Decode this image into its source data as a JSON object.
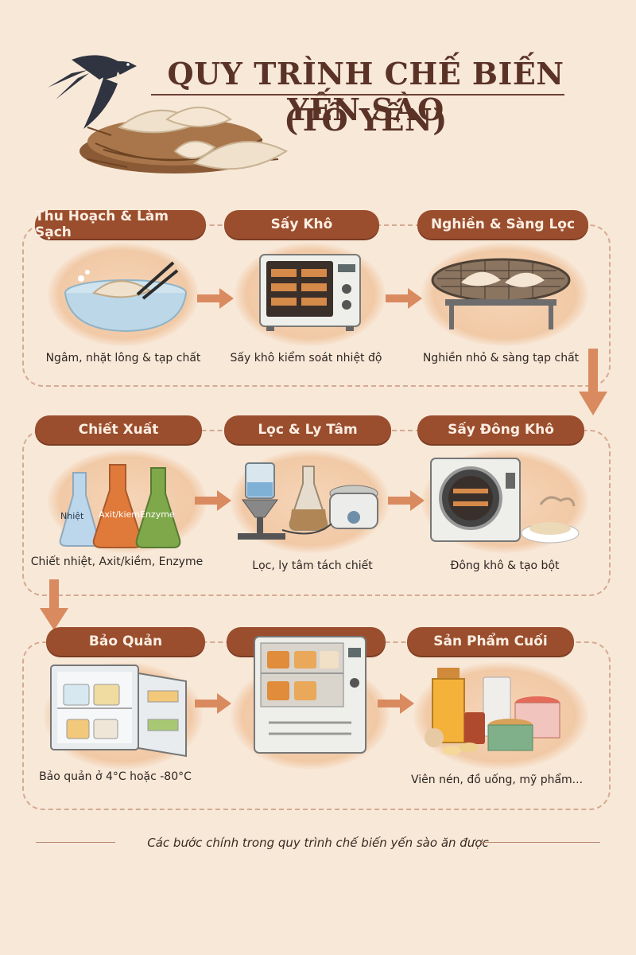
{
  "title": {
    "line1": "QUY TRÌNH CHẾ BIẾN YẾN SÀO",
    "line2": "(TỐ YẾN)"
  },
  "steps": [
    {
      "label": "Thu Hoạch & Làm Sạch",
      "caption": "Ngâm, nhặt lông & tạp chất",
      "icon": "soaking-bowl-icon"
    },
    {
      "label": "Sấy Khô",
      "caption": "Sấy khô kiểm soát nhiệt độ",
      "icon": "drying-oven-icon"
    },
    {
      "label": "Nghiền & Sàng Lọc",
      "caption": "Nghiền nhỏ & sàng tạp chất",
      "icon": "sieve-rack-icon"
    },
    {
      "label": "Chiết Xuất",
      "caption": "Chiết nhiệt, Axit/kiềm, Enzyme",
      "icon": "flasks-icon",
      "flask_labels": [
        "Nhiệt",
        "Axit/kiem",
        "Enzyme"
      ]
    },
    {
      "label": "Lọc & Ly Tâm",
      "caption": "Lọc, ly tâm tách chiết",
      "icon": "filter-centrifuge-icon"
    },
    {
      "label": "Sấy Đông Khô",
      "caption": "Đông khô & tạo bột",
      "icon": "freeze-dryer-icon"
    },
    {
      "label": "Bảo Quản",
      "caption": "Bảo quản ở 4°C hoặc -80°C",
      "icon": "fridge-icon"
    },
    {
      "label": "",
      "caption": "",
      "icon": "storage-cabinet-icon"
    },
    {
      "label": "Sản Phẩm Cuối",
      "caption": "Viên nén, đồ uống, mỹ phẩm...",
      "icon": "products-icon"
    }
  ],
  "footer": "Các bước chính trong quy trình chế biến yến sào ăn được",
  "colors": {
    "pill": "#9a4e2e",
    "arrow": "#d98a5f",
    "background": "#f8e8d8",
    "frame": "#d6aa93"
  }
}
